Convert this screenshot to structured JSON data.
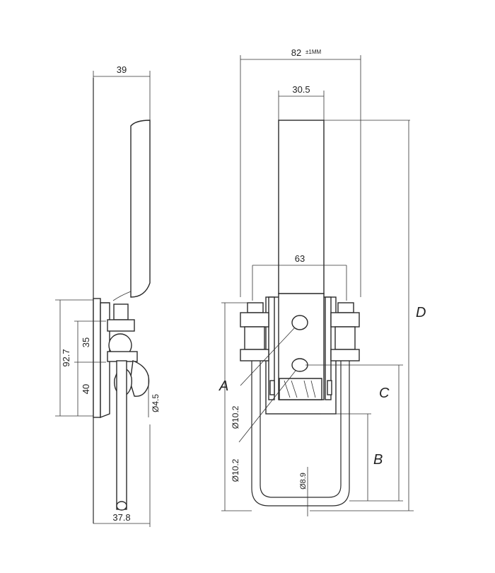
{
  "side_view": {
    "width_top": "39",
    "width_bottom": "37.8",
    "height_total": "92.7",
    "upper_segment": "35",
    "lower_segment": "40",
    "pin_dia": "Ø4.5"
  },
  "front_view": {
    "overall_width": "82",
    "overall_tolerance": "±1MM",
    "strap_width": "30.5",
    "bolt_spacing": "63",
    "hole_upper_dia": "Ø10.2",
    "hole_lower_dia": "Ø10.2",
    "rod_dia": "Ø8.9",
    "label_a": "A",
    "label_b": "B",
    "label_c": "C",
    "label_d": "D"
  },
  "colors": {
    "line": "#2a2a2a",
    "background": "#ffffff"
  }
}
